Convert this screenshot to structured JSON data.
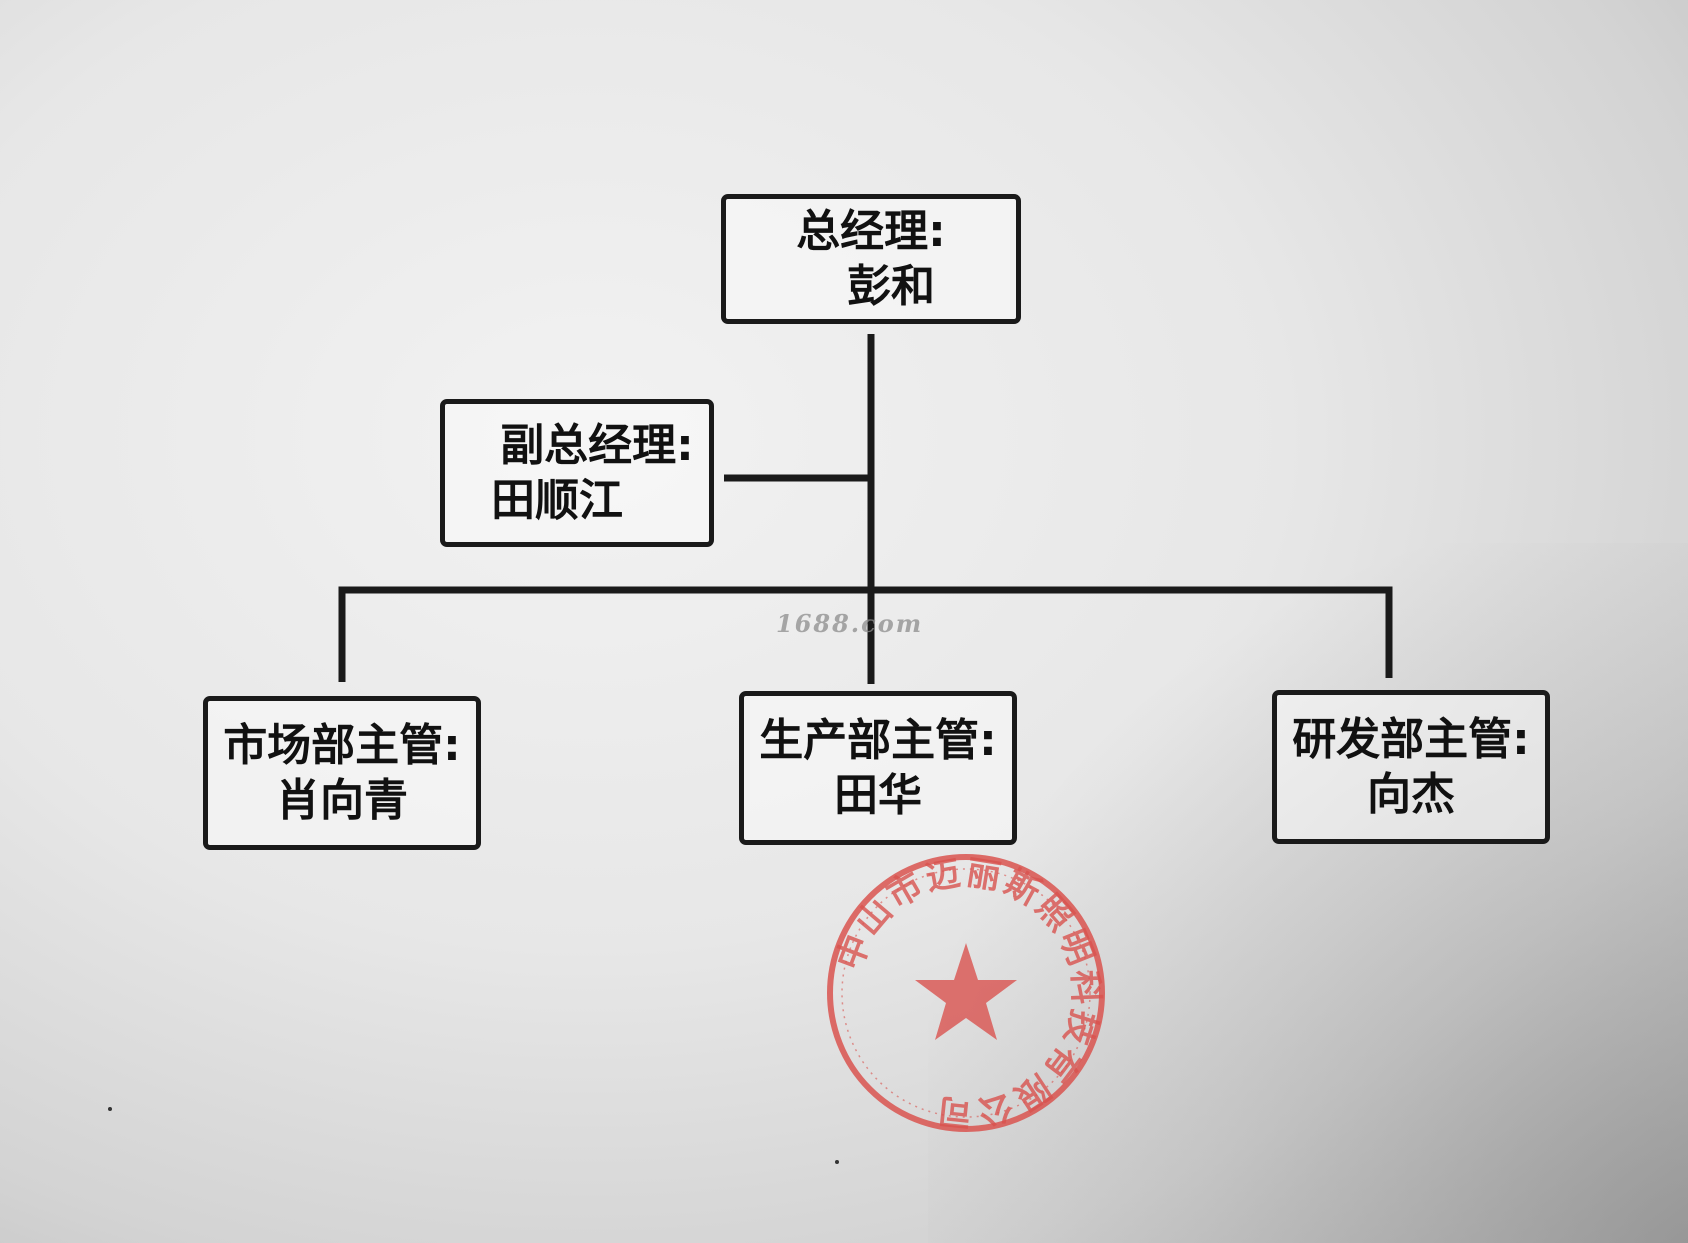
{
  "org_chart": {
    "general_manager": {
      "role": "总经理:",
      "name": "彭和"
    },
    "deputy_general_manager": {
      "role": "副总经理:",
      "name": "田顺江"
    },
    "departments": [
      {
        "role": "市场部主管:",
        "name": "肖向青"
      },
      {
        "role": "生产部主管:",
        "name": "田华"
      },
      {
        "role": "研发部主管:",
        "name": "向杰"
      }
    ]
  },
  "watermark": "1688.com",
  "seal": {
    "text": "中山市迈丽斯照明科技有限公司",
    "color": "#d9534f",
    "icon": "star-icon"
  },
  "colors": {
    "ink": "#1a1a1a"
  }
}
